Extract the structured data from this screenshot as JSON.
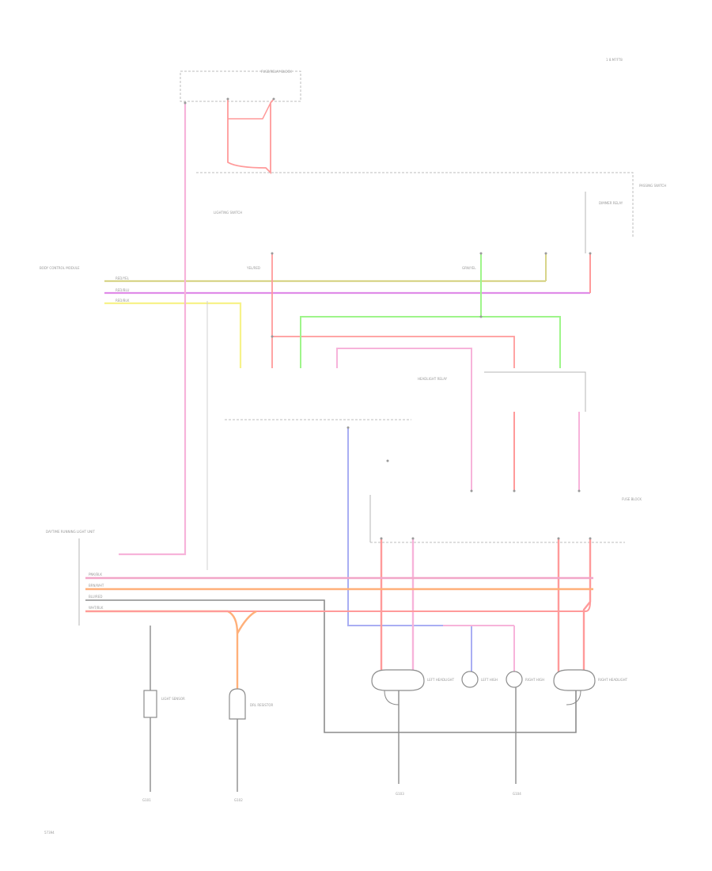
{
  "page_code": "1 8.M7FT8",
  "footer_code": "57394",
  "colors": {
    "pink": "#f2a6c8",
    "light_pink": "#f7b3da",
    "violet": "#e08ce8",
    "red": "#ff9a9a",
    "orange": "#ffb07a",
    "yellow": "#f7f28a",
    "olive": "#d8d58a",
    "green": "#9ef58a",
    "blue": "#a9aef3",
    "gray": "#8c8c8c",
    "dark_gray": "#6f6f6f"
  },
  "components": [
    {
      "id": "fuse-block",
      "name": "FUSE/RELAY BLOCK"
    },
    {
      "id": "lighting-switch",
      "name": "LIGHTING SWITCH"
    },
    {
      "id": "passing-switch",
      "name": "PASSING SWITCH"
    },
    {
      "id": "dimmer-relay",
      "name": "DIMMER RELAY"
    },
    {
      "id": "headlight-relay",
      "name": "HEADLIGHT RELAY"
    },
    {
      "id": "fuse-block-2",
      "name": "FUSE BLOCK"
    },
    {
      "id": "body-control",
      "name": "BODY CONTROL MODULE"
    },
    {
      "id": "daytime-unit",
      "name": "DAYTIME RUNNING LIGHT UNIT"
    },
    {
      "id": "light-sensor",
      "name": "LIGHT SENSOR"
    },
    {
      "id": "drl-resistor",
      "name": "DRL RESISTOR"
    },
    {
      "id": "left-headlight",
      "name": "LEFT HEADLIGHT"
    },
    {
      "id": "left-high",
      "name": "LEFT HIGH"
    },
    {
      "id": "right-high",
      "name": "RIGHT HIGH"
    },
    {
      "id": "right-headlight",
      "name": "RIGHT HEADLIGHT"
    }
  ],
  "grounds": [
    {
      "label": "G101"
    },
    {
      "label": "G102"
    },
    {
      "label": "G103"
    },
    {
      "label": "G104"
    }
  ],
  "wire_labels": [
    {
      "text": "RED/YEL"
    },
    {
      "text": "RED/BLU"
    },
    {
      "text": "RED/BLK"
    },
    {
      "text": "YEL/RED"
    },
    {
      "text": "GRN/YEL"
    },
    {
      "text": "PNK/BLK"
    },
    {
      "text": "BRN/WHT"
    },
    {
      "text": "BLU/RED"
    },
    {
      "text": "WHT/BLK"
    }
  ]
}
